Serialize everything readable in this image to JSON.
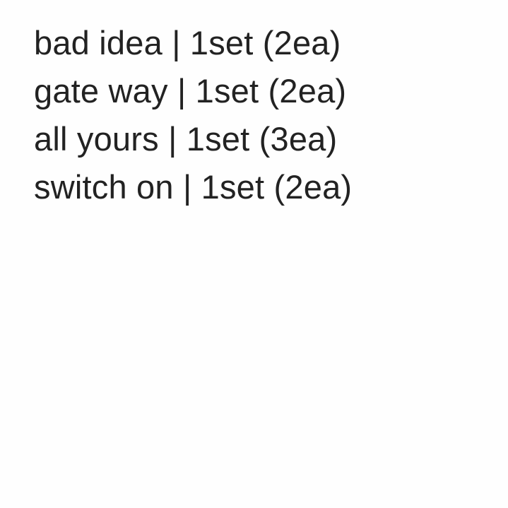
{
  "lines": [
    "bad idea | 1set (2ea)",
    "gate way | 1set (2ea)",
    "all yours | 1set (3ea)",
    "switch on | 1set (2ea)"
  ],
  "colors": {
    "background": "#fefefe",
    "text": "#222222"
  }
}
